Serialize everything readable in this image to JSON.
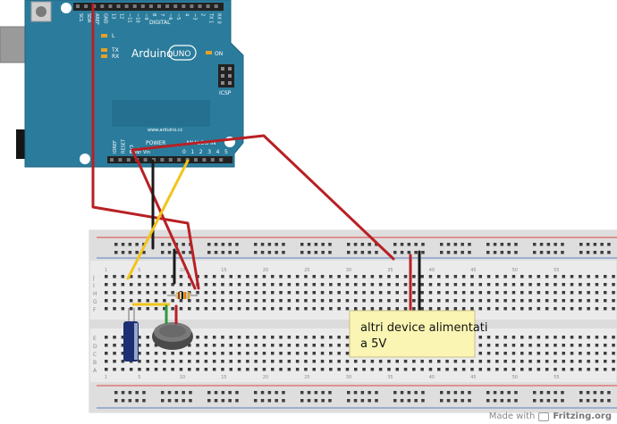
{
  "arduino": {
    "brand": "Arduino",
    "model": "UNO",
    "website": "www.arduino.cc",
    "on_label": "ON",
    "l_label": "L",
    "tx_label": "TX",
    "rx_label": "RX",
    "icsp_label": "ICSP",
    "digital_label": "DIGITAL",
    "analog_label": "ANALOG IN",
    "power_label": "POWER",
    "top_pins": [
      "SCL",
      "SDA",
      "AREF",
      "GND",
      "13",
      "12",
      "~11",
      "~10",
      "~9",
      "8",
      "7",
      "~6",
      "~5",
      "4",
      "~3",
      "2",
      "TX 1",
      "RX 0"
    ],
    "power_pins": [
      "IOREF",
      "RESET",
      "3V3",
      "5V",
      "Gnd",
      "Vin"
    ],
    "analog_pins": [
      "0",
      "1",
      "2",
      "3",
      "4",
      "5"
    ]
  },
  "breadboard": {
    "top_row_letters": [
      "J",
      "I",
      "H",
      "G",
      "F"
    ],
    "bottom_row_letters": [
      "E",
      "D",
      "C",
      "B",
      "A"
    ],
    "column_numbers": [
      "1",
      "5",
      "10",
      "15",
      "20",
      "25",
      "30",
      "35",
      "40",
      "45",
      "50",
      "55"
    ]
  },
  "note": {
    "line1": "altri device alimentati",
    "line2": "a 5V"
  },
  "footer": {
    "made_with": "Made with",
    "brand": "Fritzing.org"
  },
  "colors": {
    "board_blue": "#2a7a9a",
    "wire_red": "#c0202a",
    "wire_yellow": "#f2c418",
    "wire_black": "#1a1a1a",
    "note_bg": "#fbf5b4"
  }
}
